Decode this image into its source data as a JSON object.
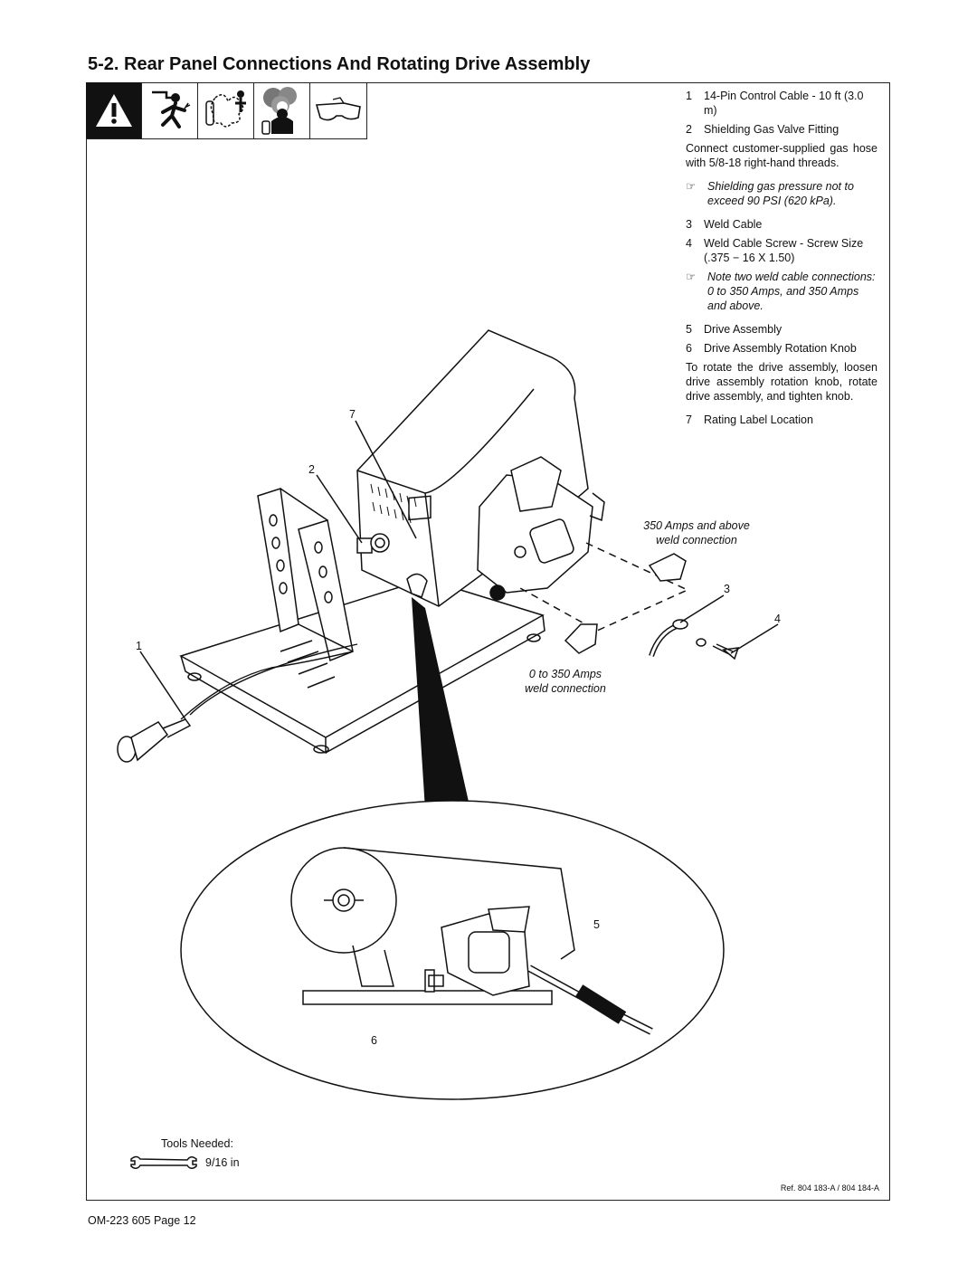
{
  "section": {
    "title": "5-2.   Rear Panel Connections And Rotating Drive Assembly"
  },
  "hazard_icons": [
    "warning-triangle-icon",
    "electric-shock-icon",
    "fumes-gases-icon",
    "breathing-hazard-icon",
    "safety-glasses-icon"
  ],
  "legend": {
    "item1_num": "1",
    "item1_text": "14-Pin Control Cable - 10 ft (3.0 m)",
    "item2_num": "2",
    "item2_text": "Shielding Gas Valve Fitting",
    "gas_paragraph": "Connect customer-supplied gas hose with 5/8-18 right-hand threads.",
    "note1": "Shielding gas pressure not to exceed 90 PSI (620 kPa).",
    "item3_num": "3",
    "item3_text": "Weld Cable",
    "item4_num": "4",
    "item4_text": "Weld Cable Screw - Screw Size (.375 − 16 X 1.50)",
    "note2": "Note two weld cable connections: 0 to 350 Amps, and 350 Amps and above.",
    "item5_num": "5",
    "item5_text": "Drive Assembly",
    "item6_num": "6",
    "item6_text": "Drive Assembly Rotation Knob",
    "rotate_paragraph": "To rotate the drive assembly, loosen drive assembly rotation knob, rotate drive assembly, and tighten knob.",
    "item7_num": "7",
    "item7_text": "Rating Label Location"
  },
  "diagram": {
    "callout_1": "1",
    "callout_2": "2",
    "callout_3": "3",
    "callout_4": "4",
    "callout_5": "5",
    "callout_6": "6",
    "callout_7": "7",
    "caption_350_line1": "350 Amps and above",
    "caption_350_line2": "weld connection",
    "caption_0_line1": "0 to 350 Amps",
    "caption_0_line2": "weld connection"
  },
  "tools": {
    "label": "Tools Needed:",
    "wrench_size": "9/16 in"
  },
  "reference": "Ref. 804 183-A / 804 184-A",
  "footer": "OM-223 605 Page 12"
}
